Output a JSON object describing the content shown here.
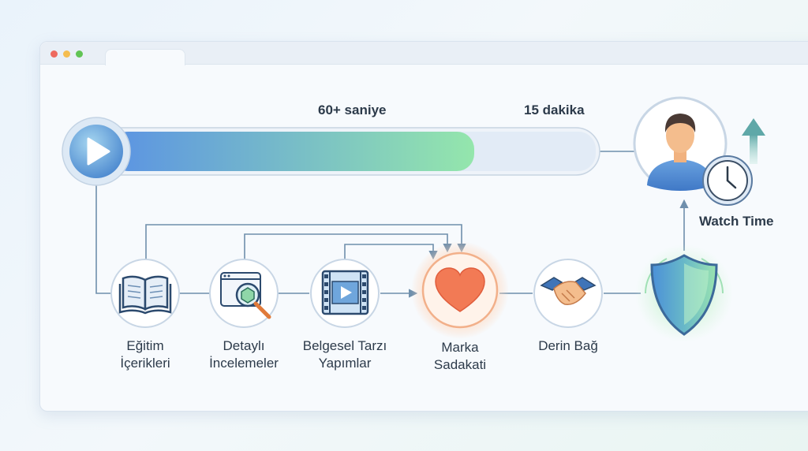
{
  "window": {
    "dots": [
      {
        "name": "close-dot",
        "color": "#ee6a5f"
      },
      {
        "name": "minimize-dot",
        "color": "#f5bd4f"
      },
      {
        "name": "maximize-dot",
        "color": "#61c454"
      }
    ]
  },
  "progress": {
    "marker_label": "60+ saniye",
    "end_label": "15 dakika",
    "fill_fraction": 0.75
  },
  "watch_time_label": "Watch Time",
  "steps": [
    {
      "icon": "book-icon",
      "line1": "Eğitim",
      "line2": "İçerikleri"
    },
    {
      "icon": "magnifier-review-icon",
      "line1": "Detaylı",
      "line2": "İncelemeler"
    },
    {
      "icon": "film-strip-icon",
      "line1": "Belgesel Tarzı",
      "line2": "Yapımlar"
    },
    {
      "icon": "heart-icon",
      "line1": "Marka",
      "line2": "Sadakati"
    },
    {
      "icon": "handshake-icon",
      "line1": "Derin Bağ",
      "line2": ""
    },
    {
      "icon": "shield-icon",
      "line1": "",
      "line2": ""
    }
  ],
  "colors": {
    "accent_blue": "#4a88d8",
    "accent_green": "#8fe0a8",
    "heart": "#f27a55",
    "connector": "#6f8fac"
  }
}
